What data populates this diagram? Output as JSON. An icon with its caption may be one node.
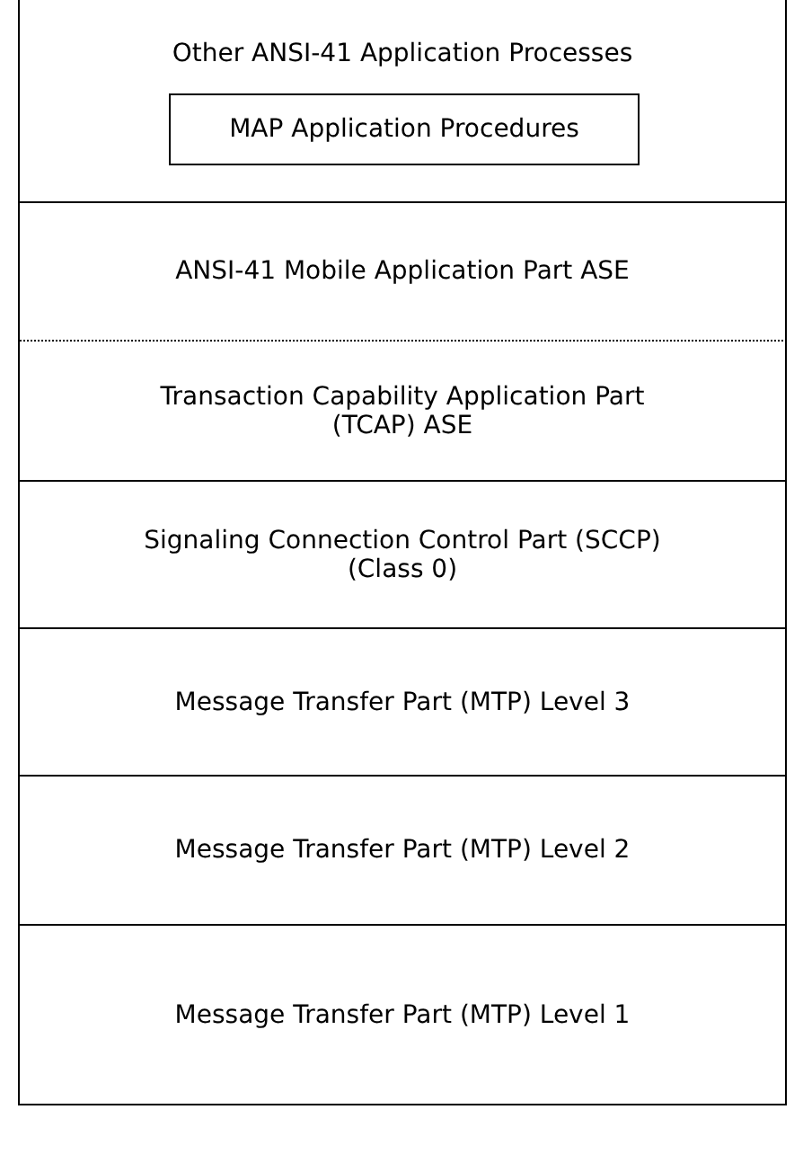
{
  "diagram": {
    "nodes": [
      {
        "text": [
          "Other ANSI-41 Application Processes"
        ]
      },
      {
        "text": [
          "MAP Application Procedures"
        ],
        "in": 0
      },
      {
        "text": [
          "ANSI-41 Mobile Application Part ASE"
        ]
      },
      {
        "text": [
          "Transaction Capability Application Part (TCAP) ASE"
        ]
      },
      {
        "text": [
          "Signaling Connection Control Part (SCCP) (Class 0)"
        ]
      },
      {
        "text": [
          "Message Transfer Part (MTP) Level 3"
        ]
      },
      {
        "text": [
          "Message Transfer Part (MTP) Level 2"
        ]
      },
      {
        "text": [
          "Message Transfer Part (MTP) Level 1"
        ]
      }
    ]
  }
}
